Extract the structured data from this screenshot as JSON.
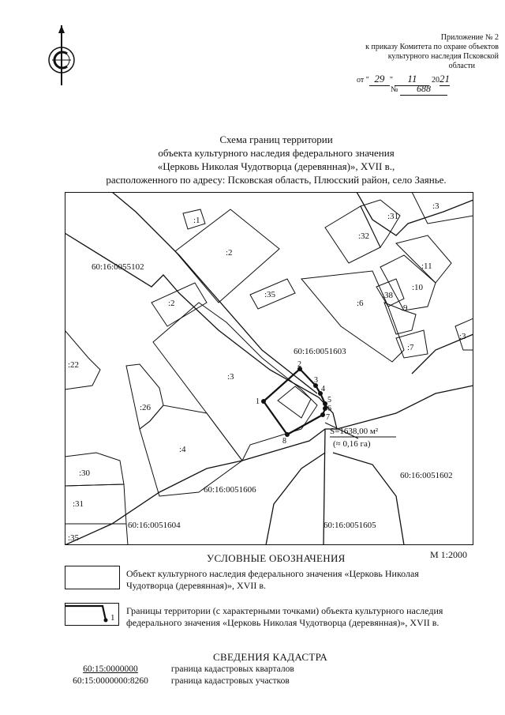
{
  "header": {
    "appendix_lines": [
      "Приложение № 2",
      "к приказу Комитета по охране объектов",
      "культурного наследия Псковской",
      "области"
    ],
    "date_prefix": "от",
    "date_day": "29",
    "date_month": "11",
    "date_year_prefix": "20",
    "date_year": "21",
    "number_prefix": "№",
    "number_value": "688"
  },
  "title": {
    "lines": [
      "Схема границ территории",
      "объекта культурного наследия федерального значения",
      "«Церковь Николая Чудотворца (деревянная)», XVII в.,",
      "расположенного по адресу: Псковская область, Плюсский район, село Заянье."
    ]
  },
  "map": {
    "parcel_labels": [
      ":1",
      ":2",
      ":2",
      ":35",
      ":3",
      ":26",
      ":4",
      ":22",
      ":30",
      ":31",
      ":35",
      ":32",
      ":31",
      ":3",
      ":11",
      ":10",
      ":38",
      ":6",
      ":9",
      ":7",
      ":3"
    ],
    "quarter_labels": [
      "60:16:0055102",
      "60:16:0051603",
      "60:16:0051606",
      "60:16:0051604",
      "60:16:0051605",
      "60:16:0051602"
    ],
    "boundary_points": [
      "1",
      "2",
      "3",
      "4",
      "5",
      "6",
      "7",
      "8"
    ],
    "area_main": "S=1638,00 м²",
    "area_ha": "(≈ 0,16 га)"
  },
  "scale": "М 1:2000",
  "legend": {
    "title": "УСЛОВНЫЕ ОБОЗНАЧЕНИЯ",
    "item1": "Объект культурного наследия федерального значения «Церковь Николая Чудотворца (деревянная)», XVII в.",
    "item2": "Границы территории (с характерными точками) объекта культурного наследия федерального значения «Церковь Николая Чудотворца (деревянная)», XVII в.",
    "item2_point": "1"
  },
  "cadastre": {
    "title": "СВЕДЕНИЯ КАДАСТРА",
    "row1_code": "60:15:0000000",
    "row1_desc": "граница кадастровых кварталов",
    "row2_code": "60:15:0000000:8260",
    "row2_desc": "граница кадастровых участков"
  },
  "icons": {
    "north_arrow": "north-arrow-icon"
  }
}
